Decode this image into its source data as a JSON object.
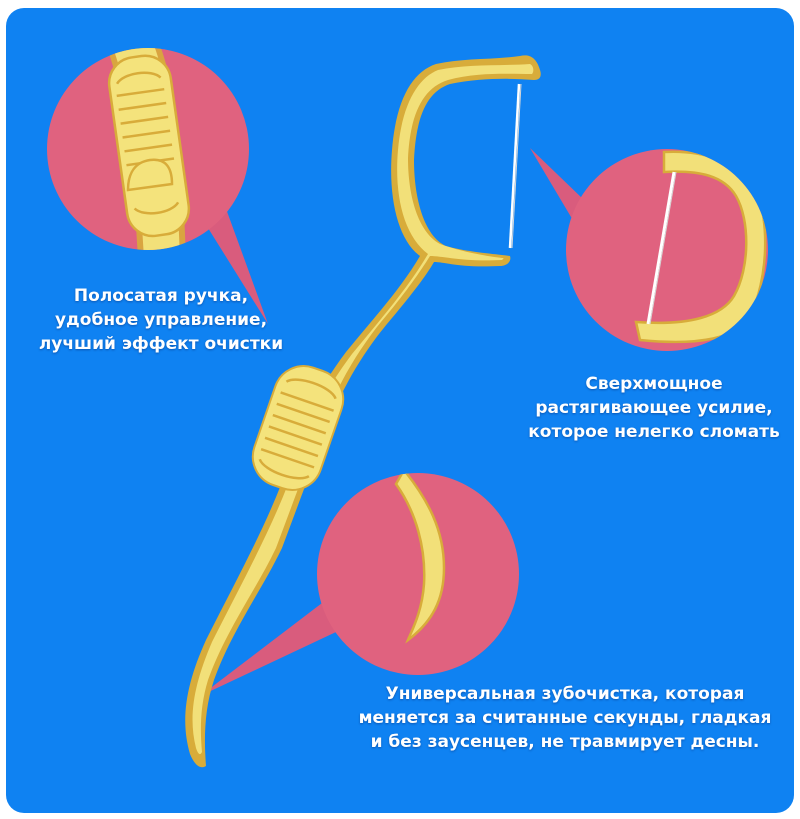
{
  "colors": {
    "background": "#0f82f2",
    "circle": "#e0627f",
    "pointer": "#d95c7d",
    "handle": "#f2e079",
    "handle_outline": "#d8ac3a",
    "floss": "#ffffff"
  },
  "callouts": {
    "handle": {
      "lines": [
        "Полосатая ручка,",
        "удобное управление,",
        "лучший эффект очистки"
      ]
    },
    "strength": {
      "lines": [
        "Сверхмощное",
        "растягивающее усилие,",
        "которое нелегко сломать"
      ]
    },
    "pick": {
      "lines": [
        "Универсальная зубочистка, которая",
        "меняется за считанные секунды, гладкая",
        "и без заусенцев, не травмирует десны."
      ]
    }
  }
}
